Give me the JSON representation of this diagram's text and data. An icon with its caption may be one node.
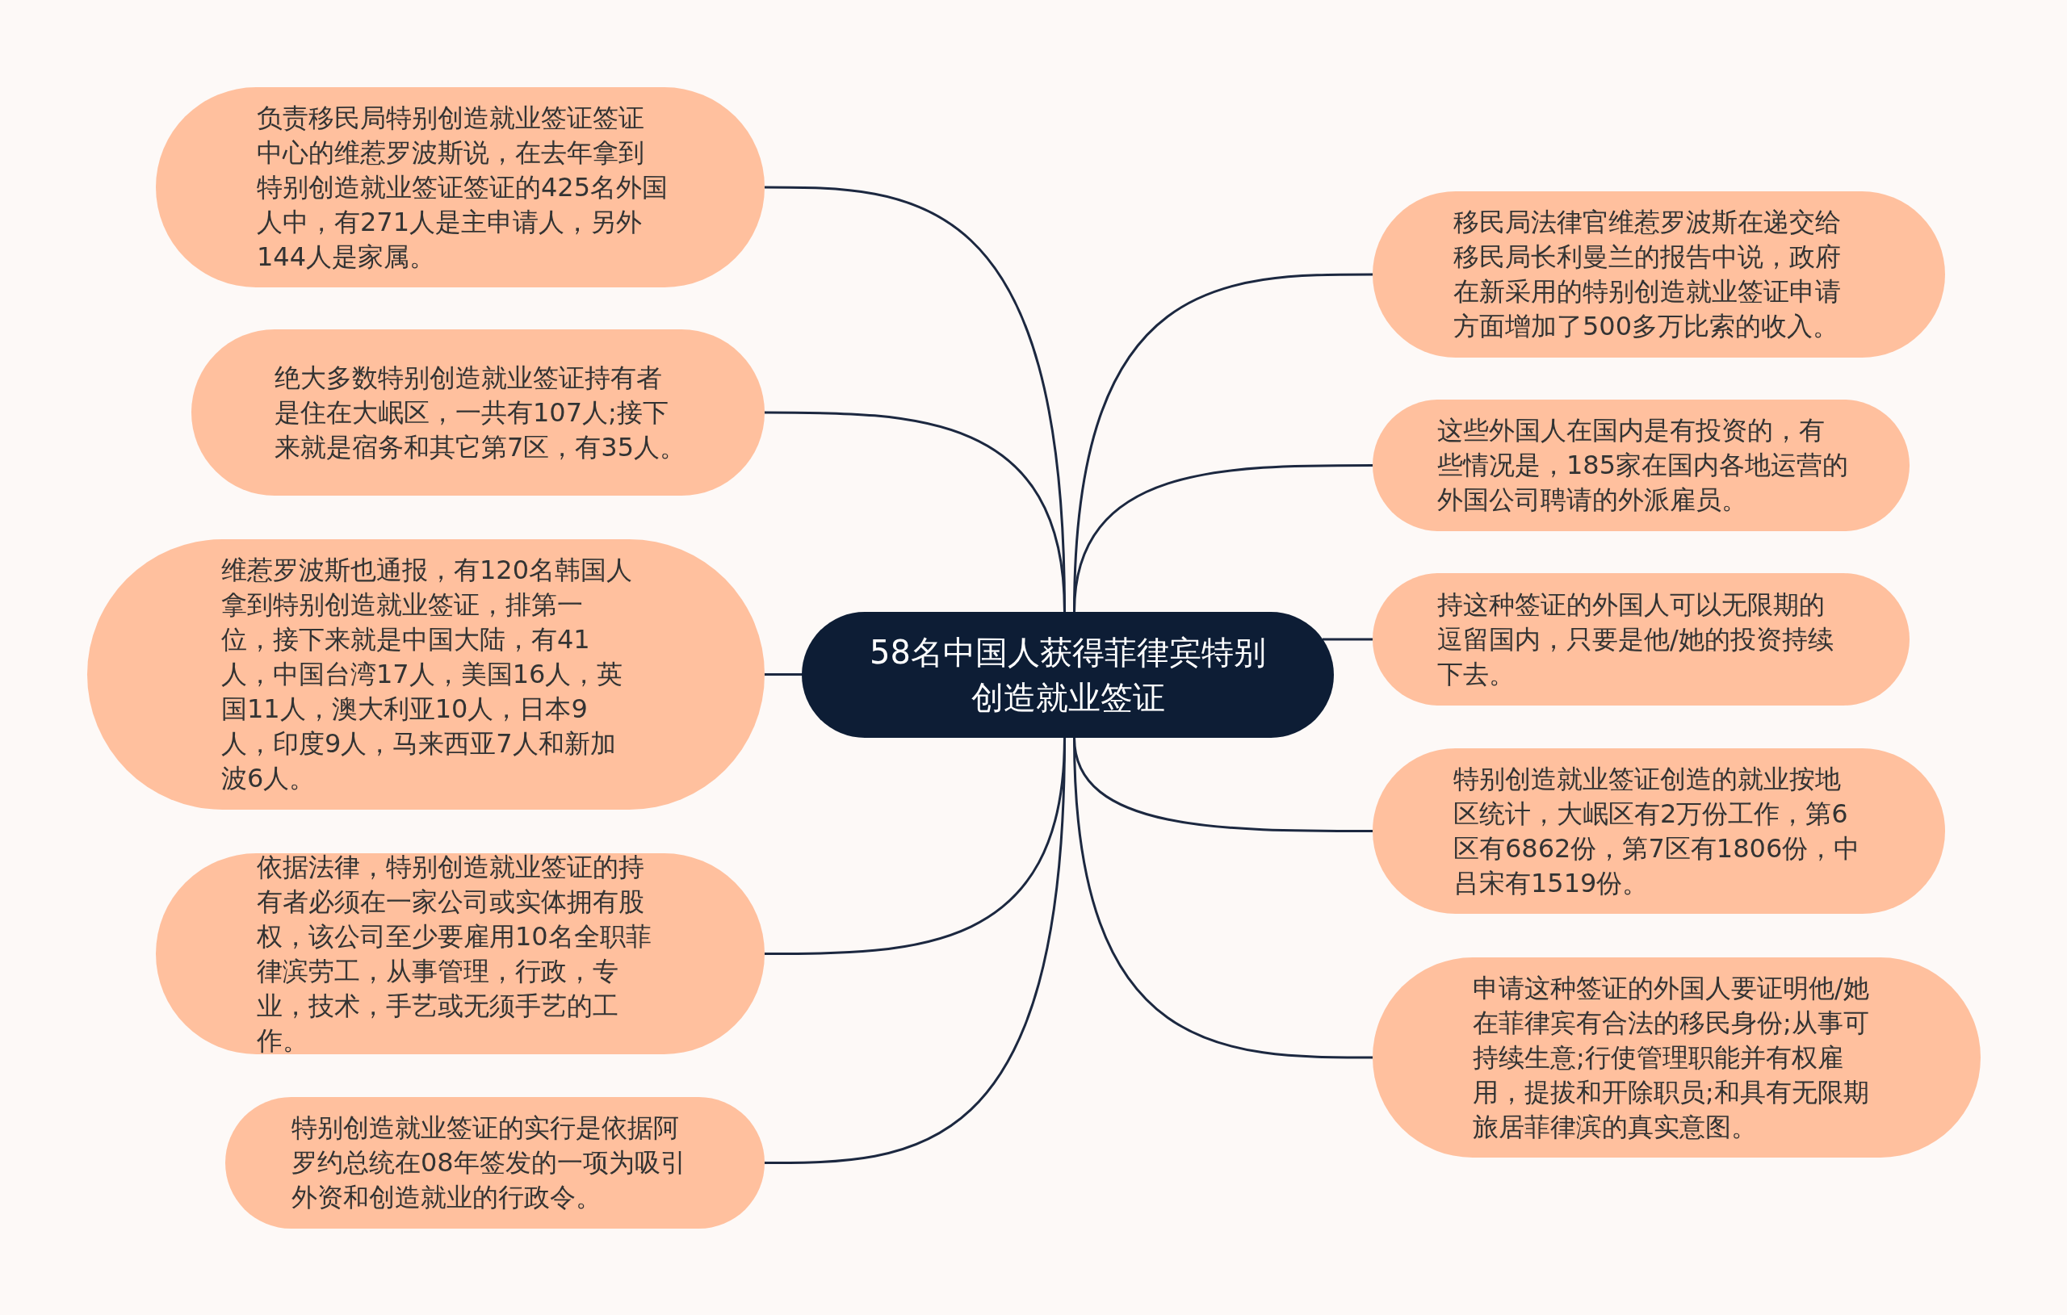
{
  "diagram": {
    "nodes": [
      {
        "text": [
          "58名中国人获得菲律宾特别创造就业签证"
        ]
      },
      {
        "text": [
          "负责移民局特别创造就业签证签证中心的维惹罗波斯说，在去年拿到特别创造就业签证签证的425名外国人中，有271人是主申请人，另外144人是家属。"
        ]
      },
      {
        "text": [
          "绝大多数特别创造就业签证持有者是住在大岷区，一共有107人;接下来就是宿务和其它第7区，有35人。"
        ]
      },
      {
        "text": [
          "维惹罗波斯也通报，有120名韩国人拿到特别创造就业签证，排第一位，接下来就是中国大陆，有41人，中国台湾17人，美国16人，英国11人，澳大利亚10人，日本9人，印度9人，马来西亚7人和新加波6人。"
        ]
      },
      {
        "text": [
          "依据法律，特别创造就业签证的持有者必须在一家公司或实体拥有股权，该公司至少要雇用10名全职菲律滨劳工，从事管理，行政，专业，技术，手艺或无须手艺的工作。"
        ]
      },
      {
        "text": [
          "特别创造就业签证的实行是依据阿罗约总统在08年签发的一项为吸引外资和创造就业的行政令。"
        ]
      },
      {
        "text": [
          "移民局法律官维惹罗波斯在递交给移民局长利曼兰的报告中说，政府在新采用的特别创造就业签证申请方面增加了500多万比索的收入。"
        ]
      },
      {
        "text": [
          "这些外国人在国内是有投资的，有些情况是，185家在国内各地运营的外国公司聘请的外派雇员。"
        ]
      },
      {
        "text": [
          "持这种签证的外国人可以无限期的逗留国内，只要是他/她的投资持续下去。"
        ]
      },
      {
        "text": [
          "特别创造就业签证创造的就业按地区统计，大岷区有2万份工作，第6区有6862份，第7区有1806份，中吕宋有1519份。"
        ]
      },
      {
        "text": [
          "申请这种签证的外国人要证明他/她在菲律宾有合法的移民身份;从事可持续生意;行使管理职能并有权雇用，提拔和开除职员;和具有无限期旅居菲律滨的真实意图。"
        ]
      }
    ],
    "edges": [
      {
        "from": 0,
        "to": 1,
        "arrow": "none"
      },
      {
        "from": 0,
        "to": 2,
        "arrow": "none"
      },
      {
        "from": 0,
        "to": 3,
        "arrow": "none"
      },
      {
        "from": 0,
        "to": 4,
        "arrow": "none"
      },
      {
        "from": 0,
        "to": 5,
        "arrow": "none"
      },
      {
        "from": 0,
        "to": 6,
        "arrow": "none"
      },
      {
        "from": 0,
        "to": 7,
        "arrow": "none"
      },
      {
        "from": 0,
        "to": 8,
        "arrow": "none"
      },
      {
        "from": 0,
        "to": 9,
        "arrow": "none"
      },
      {
        "from": 0,
        "to": 10,
        "arrow": "none"
      }
    ]
  }
}
